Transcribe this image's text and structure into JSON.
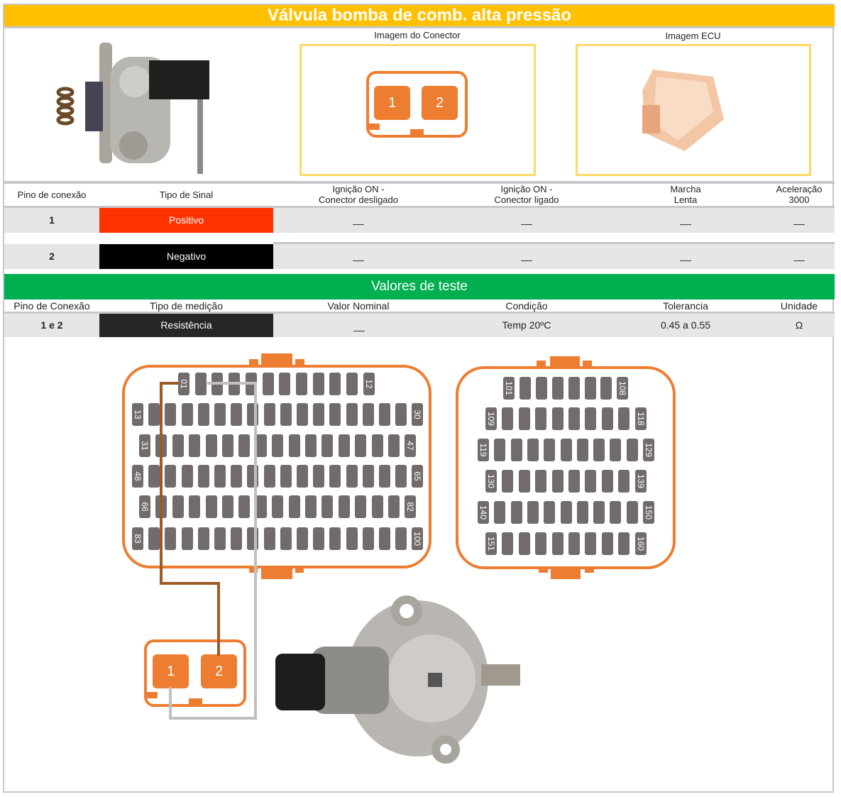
{
  "title": "Válvula bomba de comb. alta pressão",
  "images": {
    "connector_label": "Imagem do Conector",
    "ecu_label": "Imagem ECU",
    "pin1": "1",
    "pin2": "2"
  },
  "signal_table": {
    "headers": [
      "Pino de conexão",
      "Tipo de Sinal",
      "Ignição ON -\nConector desligado",
      "Ignição ON -\nConector ligado",
      "Marcha\nLenta",
      "Aceleração\n3000"
    ],
    "rows": [
      {
        "pin": "1",
        "signal": "Positivo",
        "color": "#ff3300",
        "values": [
          "__",
          "__",
          "__",
          "__"
        ]
      },
      {
        "pin": "2",
        "signal": "Negativo",
        "color": "#000000",
        "values": [
          "__",
          "__",
          "__",
          "__"
        ]
      }
    ]
  },
  "test": {
    "title": "Valores de teste",
    "headers": [
      "Pino de Conexão",
      "Tipo de medição",
      "Valor Nominal",
      "Condição",
      "Tolerancia",
      "Unidade"
    ],
    "row": {
      "pin": "1 e 2",
      "type": "Resistência",
      "nominal": "__",
      "condition": "Temp 20ºC",
      "tolerance": "0.45 a 0.55",
      "unit": "Ω"
    }
  },
  "ecu": {
    "connector_a": [
      {
        "start": "01",
        "end": "12",
        "count": 12
      },
      {
        "start": "13",
        "end": "30",
        "count": 18
      },
      {
        "start": "31",
        "end": "47",
        "count": 17
      },
      {
        "start": "48",
        "end": "65",
        "count": 18
      },
      {
        "start": "66",
        "end": "82",
        "count": 17
      },
      {
        "start": "83",
        "end": "100",
        "count": 18
      }
    ],
    "connector_b": [
      {
        "start": "101",
        "end": "108",
        "count": 8
      },
      {
        "start": "109",
        "end": "118",
        "count": 10
      },
      {
        "start": "119",
        "end": "129",
        "count": 11
      },
      {
        "start": "130",
        "end": "139",
        "count": 10
      },
      {
        "start": "140",
        "end": "150",
        "count": 11
      },
      {
        "start": "151",
        "end": "160",
        "count": 10
      }
    ]
  },
  "wiring": {
    "pin1_label": "1",
    "pin2_label": "2",
    "wire_pin1_color": "#c0c0c0",
    "wire_pin2_color": "#9c5b26"
  }
}
